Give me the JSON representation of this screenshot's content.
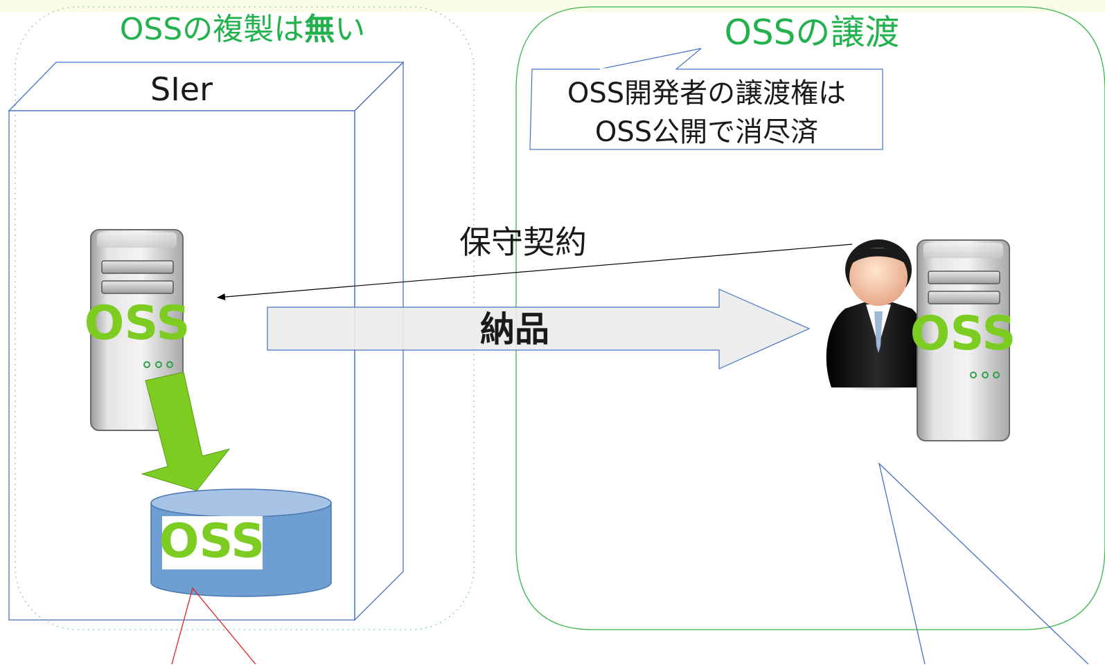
{
  "left_group": {
    "title_pre": "OSSの複製は",
    "title_bold": "無",
    "title_post": "い"
  },
  "right_group": {
    "title": "OSSの譲渡"
  },
  "sier_box": {
    "label": "SIer"
  },
  "callout": {
    "line1": "OSS開発者の譲渡権は",
    "line2": "OSS公開で消尽済"
  },
  "maintenance": {
    "label": "保守契約"
  },
  "delivery": {
    "label": "納品"
  },
  "oss_labels": {
    "left_server": "OSS",
    "database": "OSS",
    "right_server": "OSS"
  },
  "colors": {
    "background_band": "#fbfde9",
    "group_title": "#22b14c",
    "oss_green": "#7ccc22",
    "box_stroke": "#4472c4",
    "right_group_stroke": "#3cb44b",
    "left_group_stroke": "#5fc1a8",
    "db_fill": "#6f9ed3",
    "db_top": "#a6c3e6",
    "callout_red": "#e02020"
  },
  "icons": [
    "server-icon",
    "database-icon",
    "businessman-icon",
    "down-arrow-icon",
    "right-arrow-icon"
  ]
}
